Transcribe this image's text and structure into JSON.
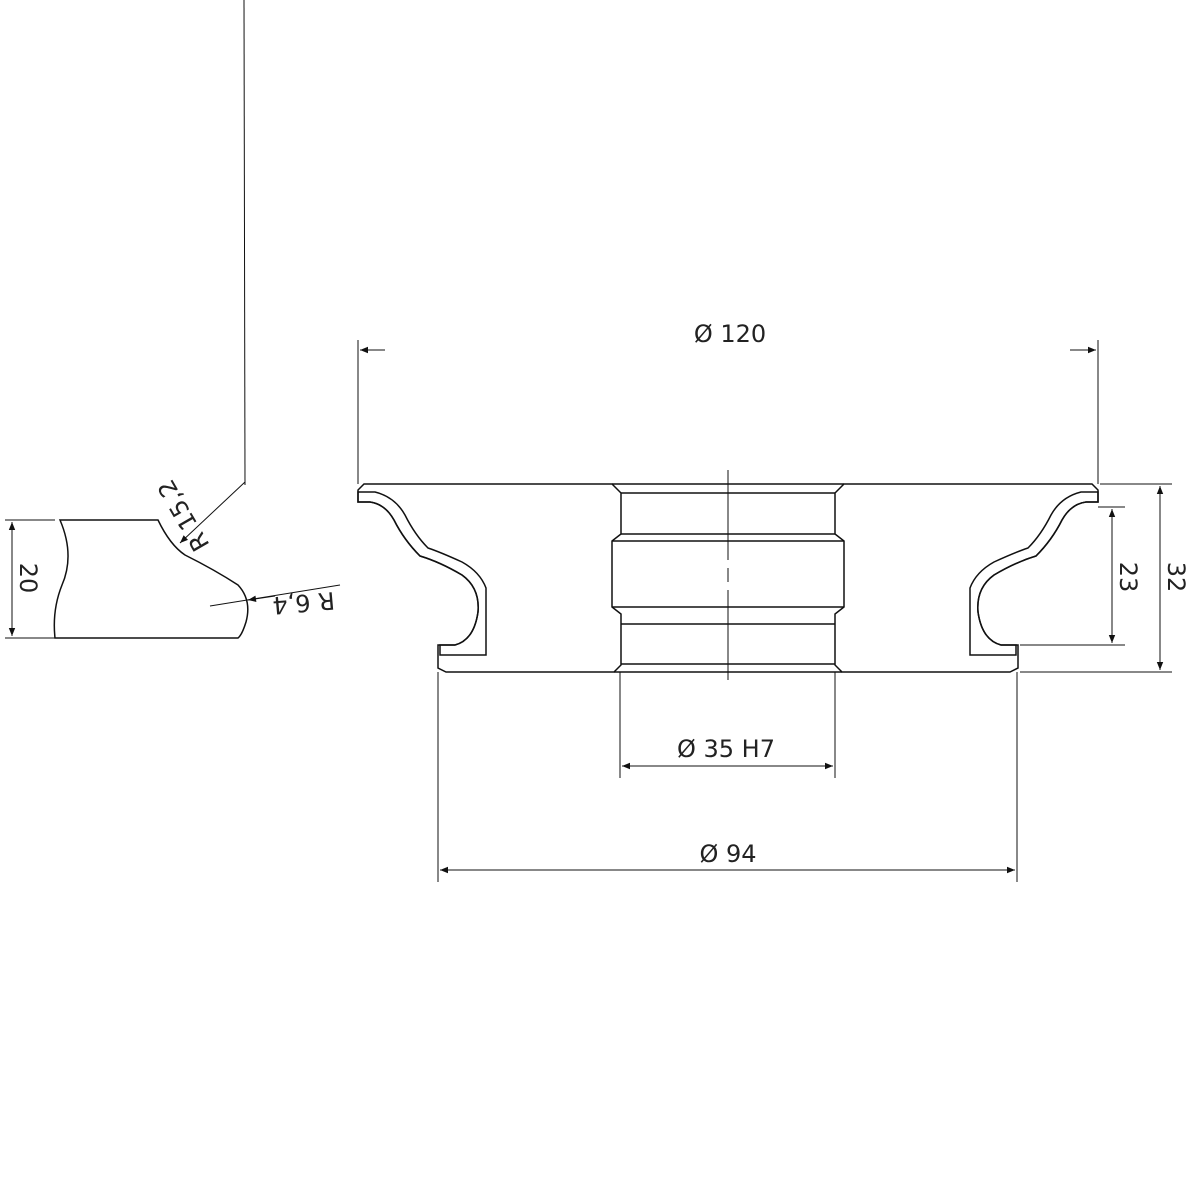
{
  "drawing": {
    "main_section": {
      "dim_outer_diameter": "Ø 120",
      "dim_bore": "Ø 35 H7",
      "dim_base_diameter": "Ø 94",
      "dim_profile_height": "23",
      "dim_total_height": "32"
    },
    "profile_detail": {
      "dim_height": "20",
      "radius_upper": "R 15,2",
      "radius_lower": "R 6,4"
    },
    "colors": {
      "line": "#111111",
      "hatch": "#8a8a8a",
      "profile_fill": "#a8a8a8"
    }
  }
}
